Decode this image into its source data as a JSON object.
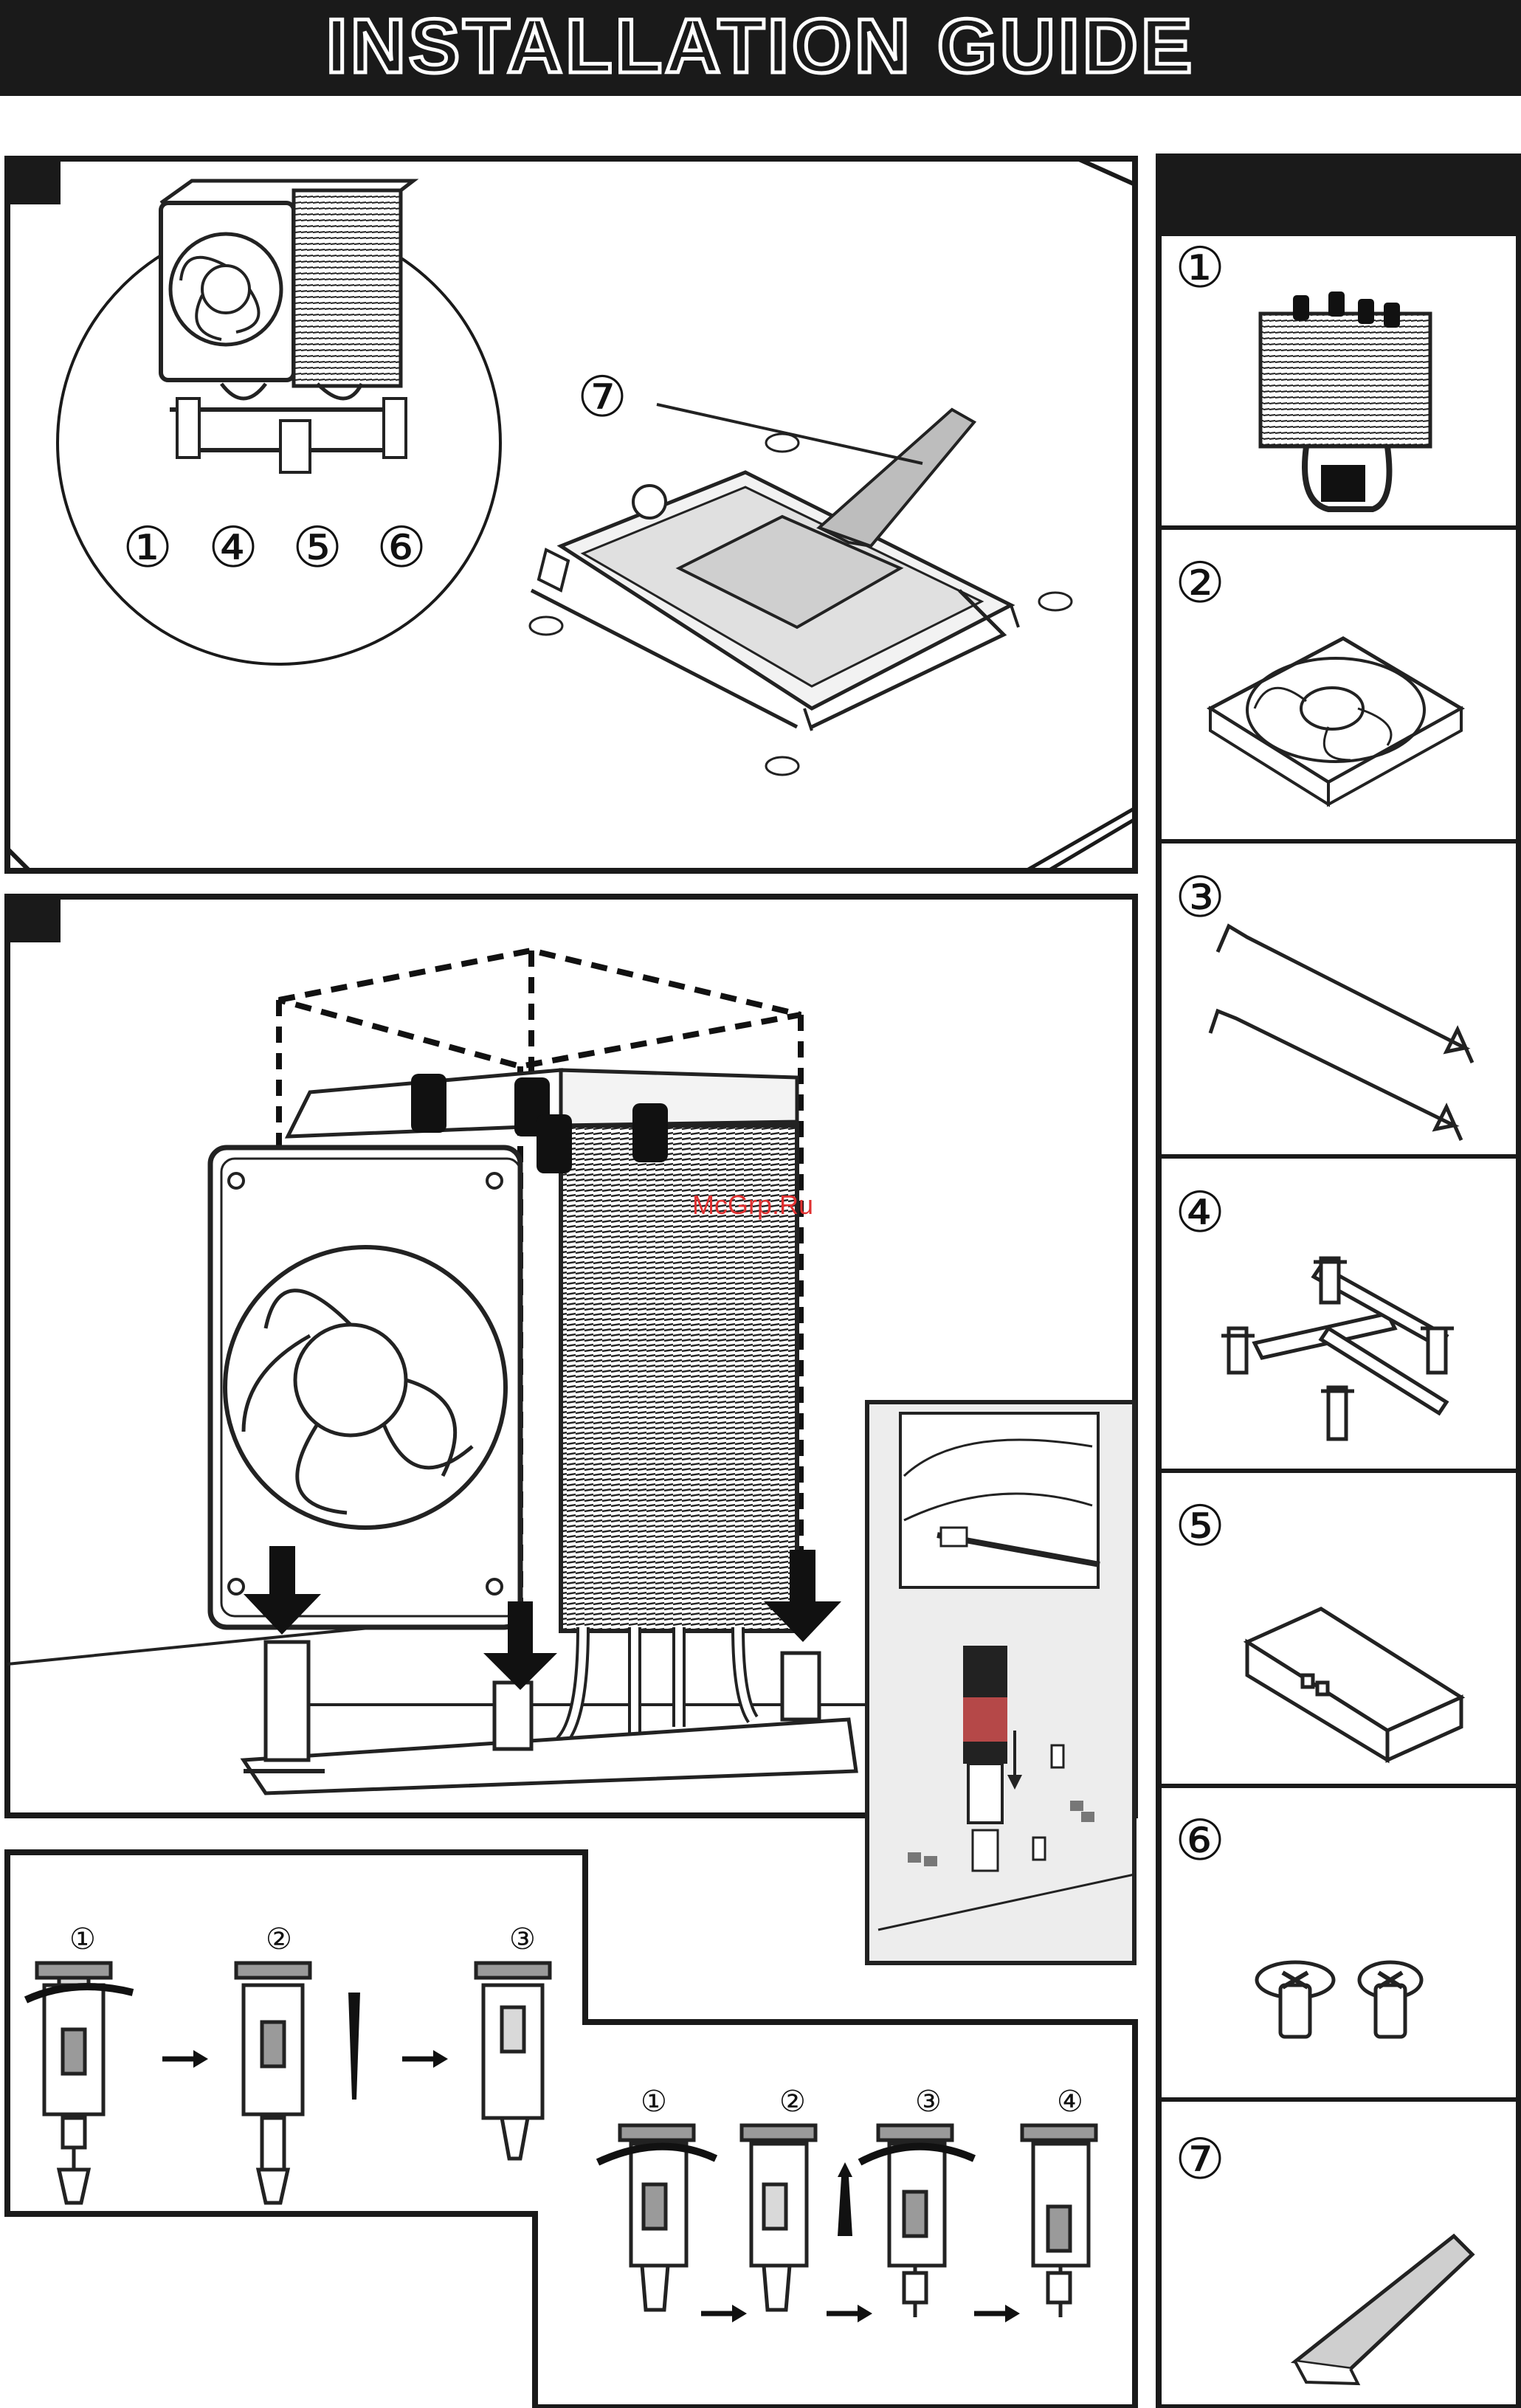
{
  "header": {
    "title": "INSTALLATION GUIDE"
  },
  "watermark": {
    "text": "McGrp.Ru"
  },
  "panel_a": {
    "parts": [
      "①",
      "④",
      "⑤",
      "⑥"
    ],
    "paste_callout": "⑦"
  },
  "parts_list": {
    "items": [
      {
        "number": "①",
        "icon": "cpu-cooler-heatsink-icon"
      },
      {
        "number": "②",
        "icon": "fan-icon"
      },
      {
        "number": "③",
        "icon": "wire-clip-icon"
      },
      {
        "number": "④",
        "icon": "mounting-bracket-icon"
      },
      {
        "number": "⑤",
        "icon": "backplate-bar-icon"
      },
      {
        "number": "⑥",
        "icon": "screw-icon"
      },
      {
        "number": "⑦",
        "icon": "thermal-paste-icon"
      }
    ]
  },
  "push_pin_install": {
    "steps": [
      "①",
      "②",
      "③"
    ]
  },
  "push_pin_remove": {
    "steps": [
      "①",
      "②",
      "③",
      "④"
    ]
  },
  "colors": {
    "ink": "#1a1a1a",
    "gray": "#9a9a9a",
    "light_gray": "#d9d9d9",
    "cable_red": "#b54848"
  }
}
